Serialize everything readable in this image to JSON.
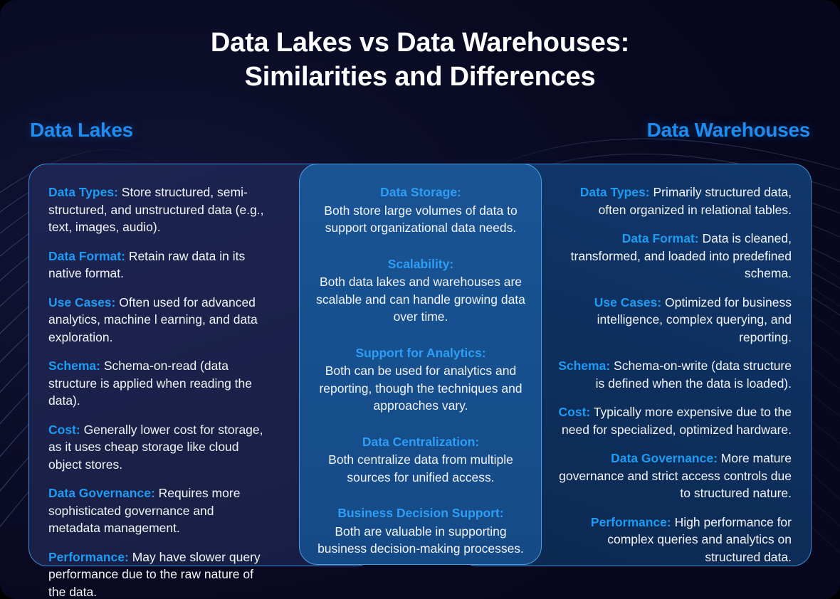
{
  "title": {
    "line1": "Data Lakes vs Data Warehouses:",
    "line2": "Similarities and Differences"
  },
  "colors": {
    "background": "#0b0c26",
    "title_text": "#ffffff",
    "heading_blue": "#1e8cf0",
    "label_blue": "#1e9bf2",
    "body_text": "#f2f4f8",
    "card_left_fill": "#1d2452",
    "card_middle_fill": "#17508f",
    "card_right_fill": "#0e2f5e",
    "card_border": "#3b8fd6"
  },
  "columns": {
    "left": {
      "heading": "Data Lakes",
      "entries": [
        {
          "label": "Data Types:",
          "text": "Store structured, semi-structured, and unstructured data (e.g., text, images, audio)."
        },
        {
          "label": "Data Format:",
          "text": "Retain raw data in its native format."
        },
        {
          "label": "Use Cases:",
          "text": "Often used for advanced analytics, machine l earning, and data exploration."
        },
        {
          "label": "Schema:",
          "text": "Schema-on-read (data structure is applied when reading the data)."
        },
        {
          "label": "Cost:",
          "text": "Generally lower cost for storage, as it uses cheap storage like cloud object stores."
        },
        {
          "label": "Data Governance:",
          "text": "Requires more sophisticated governance and metadata management."
        },
        {
          "label": "Performance:",
          "text": "May have slower query performance due to the raw nature of the data."
        }
      ]
    },
    "middle": {
      "heading": "",
      "entries": [
        {
          "label": "Data Storage:",
          "text": "Both store large volumes of data to support organizational data needs."
        },
        {
          "label": "Scalability:",
          "text": "Both data lakes and warehouses are scalable and can handle growing data over time."
        },
        {
          "label": "Support for Analytics:",
          "text": "Both can be used for analytics and reporting, though the techniques and approaches vary."
        },
        {
          "label": "Data Centralization:",
          "text": "Both centralize data from multiple sources for unified access."
        },
        {
          "label": "Business Decision Support:",
          "text": "Both are valuable in supporting business decision-making processes."
        }
      ]
    },
    "right": {
      "heading": "Data Warehouses",
      "entries": [
        {
          "label": "Data Types:",
          "text": "Primarily structured data, often organized in relational tables."
        },
        {
          "label": "Data Format:",
          "text": "Data is cleaned, transformed, and loaded into predefined schema."
        },
        {
          "label": "Use Cases:",
          "text": "Optimized for business intelligence, complex querying, and reporting."
        },
        {
          "label": "Schema:",
          "text": "Schema-on-write (data structure is defined when the data is loaded)."
        },
        {
          "label": "Cost:",
          "text": "Typically more expensive due to the need for specialized, optimized hardware."
        },
        {
          "label": "Data Governance:",
          "text": "More mature governance and strict access controls due to structured nature."
        },
        {
          "label": "Performance:",
          "text": "High performance for complex queries and analytics on structured data."
        }
      ]
    }
  }
}
